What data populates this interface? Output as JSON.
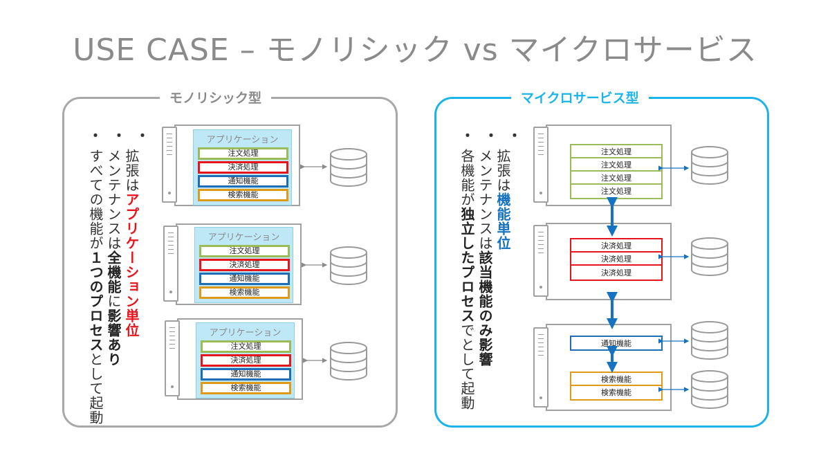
{
  "title": "USE CASE – モノリシック vs マイクロサービス",
  "monolithic": {
    "label": "モノリシック型",
    "dots": "・・・",
    "line1_a": "拡張は",
    "line1_b": "アプリケーション単位",
    "line2_a": "メンテナンスは",
    "line2_b": "全機能",
    "line2_c": "に",
    "line2_d": "影響あり",
    "line3_a": "すべての機能が",
    "line3_b": "１つのプロセス",
    "line3_c": "として起動",
    "app_title": "アプリケーション",
    "modules": [
      "注文処理",
      "決済処理",
      "通知機能",
      "検索機能"
    ]
  },
  "microservice": {
    "label": "マイクロサービス型",
    "dots": "・・・",
    "line1_a": "拡張は",
    "line1_b": "機能単位",
    "line2_a": "メンテナンスは",
    "line2_b": "該当機能のみ影響",
    "line3_a": "各機能が",
    "line3_b": "独立したプロセス",
    "line3_c": "でとして起動",
    "order_cells": [
      "注文処理",
      "注文処理",
      "注文処理",
      "注文処理"
    ],
    "payment_cells": [
      "決済処理",
      "決済処理",
      "決済処理"
    ],
    "notify_cells": [
      "通知機能"
    ],
    "search_cells": [
      "検索機能",
      "検索機能"
    ]
  },
  "colors": {
    "gray": "#8a8a8a",
    "cyan": "#1ab4e8",
    "red": "#e8141c",
    "blue": "#1572c0",
    "green": "#9bbb59",
    "orange": "#e09a1a"
  }
}
